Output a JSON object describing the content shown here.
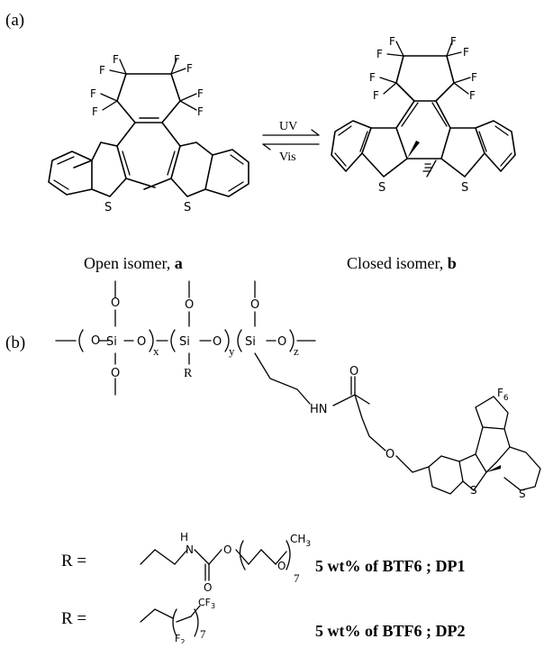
{
  "panel_a": {
    "label": "(a)",
    "arrow_top": "UV",
    "arrow_bottom": "Vis",
    "open_caption": "Open isomer, ",
    "open_caption_bold": "a",
    "closed_caption": "Closed isomer, ",
    "closed_caption_bold": "b",
    "atom_F": "F",
    "atom_S": "S"
  },
  "panel_b": {
    "label": "(b)",
    "atom_O": "O",
    "atom_Si": "Si",
    "atom_R": "R",
    "atom_S": "S",
    "sub_x": "x",
    "sub_y": "y",
    "sub_z": "z",
    "hn": "HN",
    "f6": "F",
    "f6_sub": "6",
    "r1_prefix": "R =",
    "r1_h": "H",
    "r1_n": "N",
    "r1_o": "O",
    "r1_ch3": "CH",
    "r1_ch3_sub": "3",
    "r1_sub7": "7",
    "r1_label": "5 wt% of BTF6 ; DP1",
    "r2_prefix": "R =",
    "r2_cf3": "CF",
    "r2_cf3_sub": "3",
    "r2_f2": "F",
    "r2_f2_sub": "2",
    "r2_sub7": "7",
    "r2_label": "5 wt% of BTF6 ; DP2"
  }
}
